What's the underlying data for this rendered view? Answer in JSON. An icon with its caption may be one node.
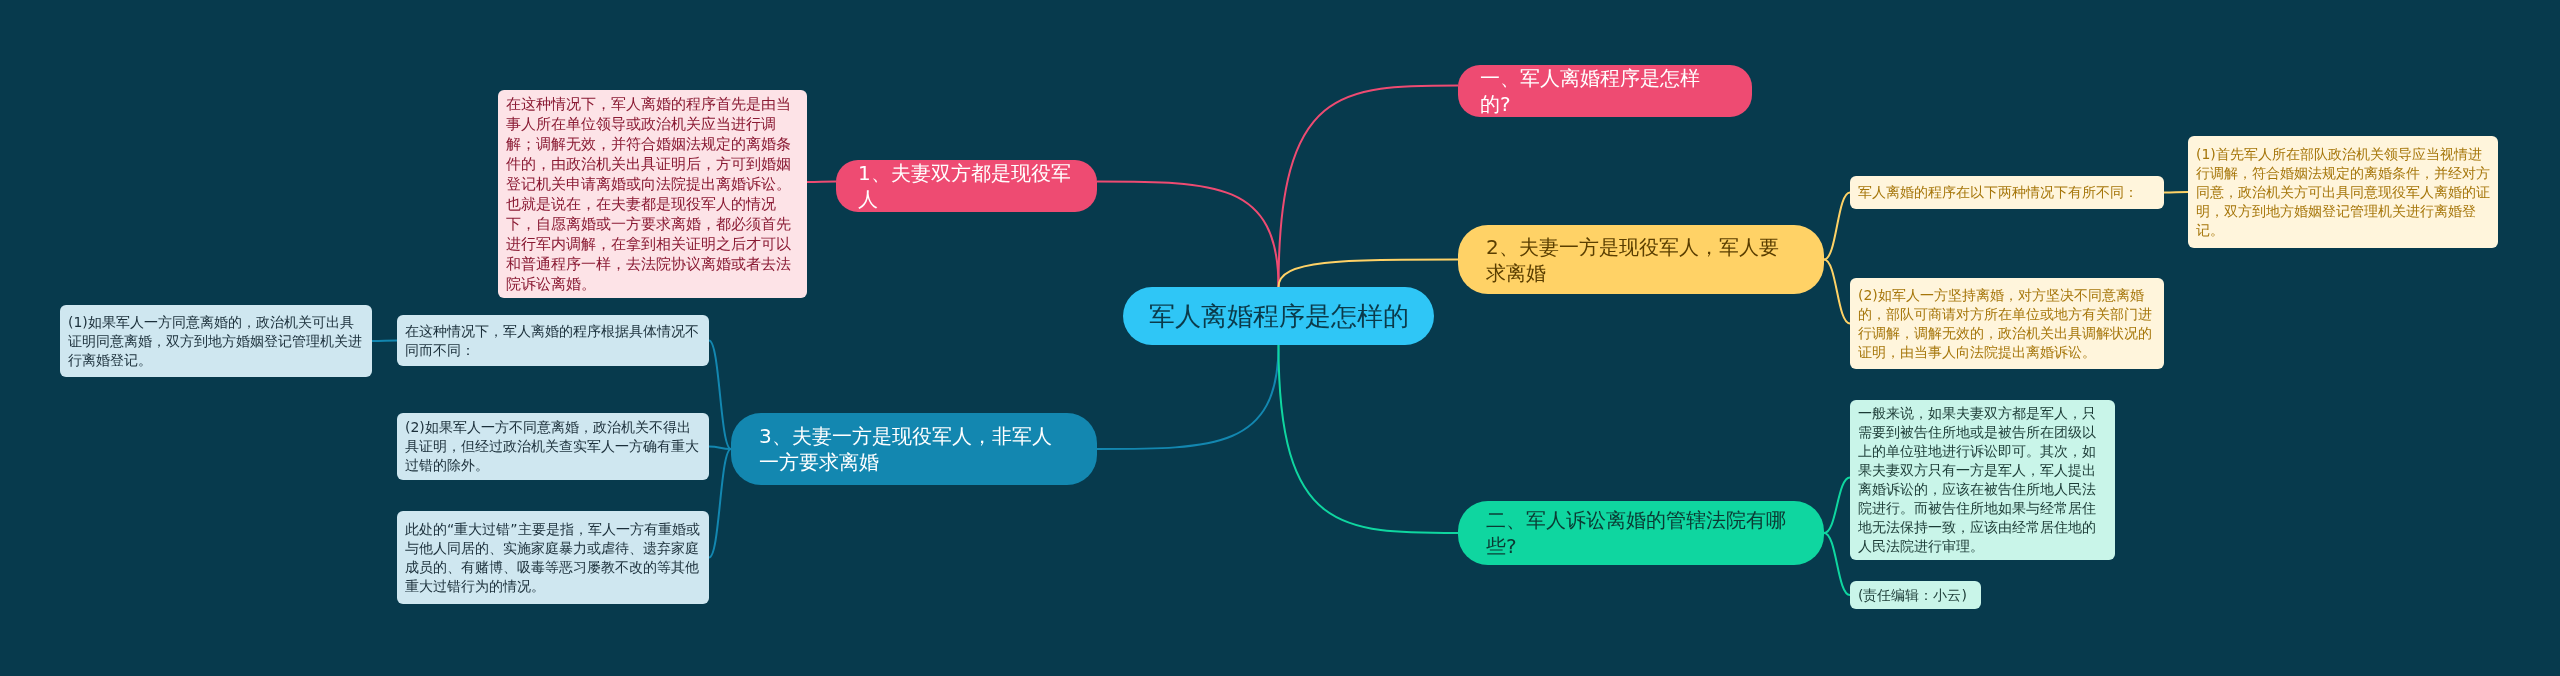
{
  "diagram": {
    "nodes": [
      {
        "text": [
          "军人离婚程序是怎样的"
        ]
      },
      {
        "text": [
          "1、夫妻双方都是现役军人"
        ]
      },
      {
        "text": [
          "在这种情况下，军人离婚的程序首先是由当事人所在单位领导或政治机关应当进行调解；调解无效，并符合婚姻法规定的离婚条件的，由政治机关出具证明后，方可到婚姻登记机关申请离婚或向法院提出离婚诉讼。也就是说在，在夫妻都是现役军人的情况下，自愿离婚或一方要求离婚，都必须首先进行军内调解，在拿到相关证明之后才可以和普通程序一样，去法院协议离婚或者去法院诉讼离婚。"
        ]
      },
      {
        "text": [
          "一、军人离婚程序是怎样的?"
        ]
      },
      {
        "text": [
          "2、夫妻一方是现役军人，军人要求离婚"
        ]
      },
      {
        "text": [
          "军人离婚的程序在以下两种情况下有所不同："
        ]
      },
      {
        "text": [
          "(1)首先军人所在部队政治机关领导应当视情进行调解，符合婚姻法规定的离婚条件，并经对方同意，政治机关方可出具同意现役军人离婚的证明，双方到地方婚姻登记管理机关进行离婚登记。"
        ]
      },
      {
        "text": [
          "(2)如军人一方坚持离婚，对方坚决不同意离婚的，部队可商请对方所在单位或地方有关部门进行调解，调解无效的，政治机关出具调解状况的证明，由当事人向法院提出离婚诉讼。"
        ]
      },
      {
        "text": [
          "3、夫妻一方是现役军人，非军人一方要求离婚"
        ]
      },
      {
        "text": [
          "在这种情况下，军人离婚的程序根据具体情况不同而不同："
        ]
      },
      {
        "text": [
          "(1)如果军人一方同意离婚的，政治机关可出具证明同意离婚，双方到地方婚姻登记管理机关进行离婚登记。"
        ]
      },
      {
        "text": [
          "(2)如果军人一方不同意离婚，政治机关不得出具证明，但经过政治机关查实军人一方确有重大过错的除外。"
        ]
      },
      {
        "text": [
          "此处的“重大过错”主要是指，军人一方有重婚或与他人同居的、实施家庭暴力或虐待、遗弃家庭成员的、有赌博、吸毒等恶习屡教不改的等其他重大过错行为的情况。"
        ]
      },
      {
        "text": [
          "二、军人诉讼离婚的管辖法院有哪些?"
        ]
      },
      {
        "text": [
          "一般来说，如果夫妻双方都是军人，只需要到被告住所地或是被告所在团级以上的单位驻地进行诉讼即可。其次，如果夫妻双方只有一方是军人，军人提出离婚诉讼的，应该在被告住所地人民法院进行。而被告住所地如果与经常居住地无法保持一致，应该由经常居住地的人民法院进行审理。"
        ]
      },
      {
        "text": [
          "(责任编辑：小云)"
        ]
      }
    ],
    "edges": [
      {
        "from": 0,
        "to": 1,
        "arrow": "none",
        "color": "#ee4b72"
      },
      {
        "from": 1,
        "to": 2,
        "arrow": "none",
        "color": "#ee4b72"
      },
      {
        "from": 0,
        "to": 3,
        "arrow": "none",
        "color": "#ee4b72"
      },
      {
        "from": 0,
        "to": 4,
        "arrow": "none",
        "color": "#ffd266"
      },
      {
        "from": 4,
        "to": 5,
        "arrow": "none",
        "color": "#ffd266"
      },
      {
        "from": 5,
        "to": 6,
        "arrow": "none",
        "color": "#ffd266"
      },
      {
        "from": 4,
        "to": 7,
        "arrow": "none",
        "color": "#ffd266"
      },
      {
        "from": 0,
        "to": 8,
        "arrow": "none"
      },
      {
        "from": 8,
        "to": 9,
        "arrow": "none"
      },
      {
        "from": 9,
        "to": 10,
        "arrow": "none"
      },
      {
        "from": 8,
        "to": 11,
        "arrow": "none"
      },
      {
        "from": 8,
        "to": 12,
        "arrow": "none"
      },
      {
        "from": 0,
        "to": 13,
        "arrow": "none",
        "color": "#0fd6a0"
      },
      {
        "from": 13,
        "to": 14,
        "arrow": "none",
        "color": "#0fd6a0"
      },
      {
        "from": 13,
        "to": 15,
        "arrow": "none",
        "color": "#0fd6a0"
      }
    ]
  }
}
